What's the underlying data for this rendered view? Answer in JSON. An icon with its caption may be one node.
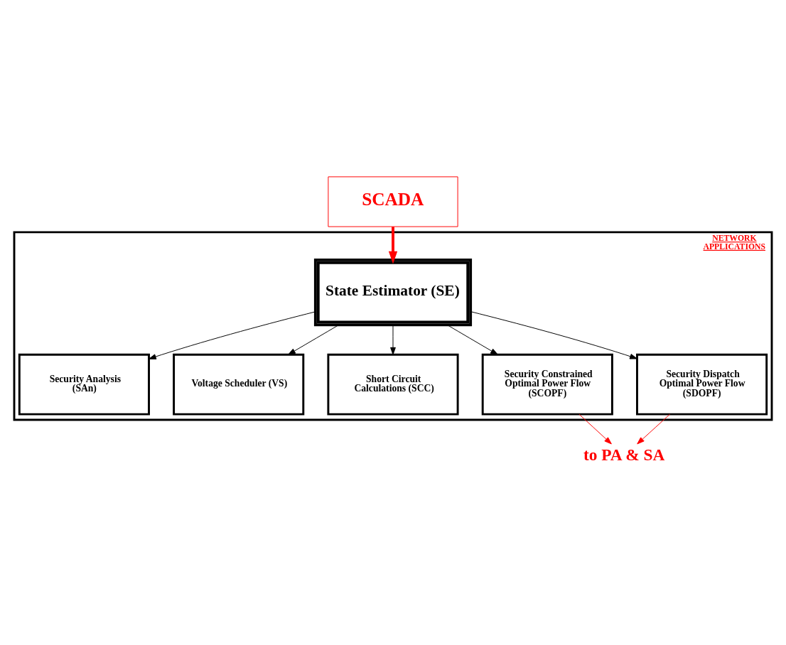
{
  "diagram": {
    "nodes": [
      {
        "text": [
          "SCADA"
        ]
      },
      {
        "text": [
          "NETWORK APPLICATIONS"
        ]
      },
      {
        "text": [
          "State Estimator (SE)"
        ],
        "in": 1
      },
      {
        "text": [
          "Security Analysis (SAn)"
        ],
        "in": 1
      },
      {
        "text": [
          "Voltage Scheduler (VS)"
        ],
        "in": 1
      },
      {
        "text": [
          "Short Circuit Calculations (SCC)"
        ],
        "in": 1
      },
      {
        "text": [
          "Security Constrained Optimal Power Flow (SCOPF)"
        ],
        "in": 1
      },
      {
        "text": [
          "Security Dispatch Optimal Power Flow (SDOPF)"
        ],
        "in": 1
      },
      {
        "text": [
          "to PA & SA"
        ]
      }
    ],
    "edges": [
      {
        "from": 0,
        "to": 2,
        "arrow": "to",
        "style": "thick",
        "color": "#ff0000"
      },
      {
        "from": 2,
        "to": 3,
        "arrow": "to"
      },
      {
        "from": 2,
        "to": 6,
        "arrow": "to"
      },
      {
        "from": 2,
        "to": 4,
        "arrow": "to"
      },
      {
        "from": 2,
        "to": 7,
        "arrow": "to"
      },
      {
        "from": 2,
        "to": 5,
        "arrow": "to"
      },
      {
        "from": 6,
        "to": 8,
        "arrow": "to",
        "color": "#ff0000"
      },
      {
        "from": 7,
        "to": 8,
        "arrow": "to",
        "color": "#ff0000"
      }
    ]
  }
}
